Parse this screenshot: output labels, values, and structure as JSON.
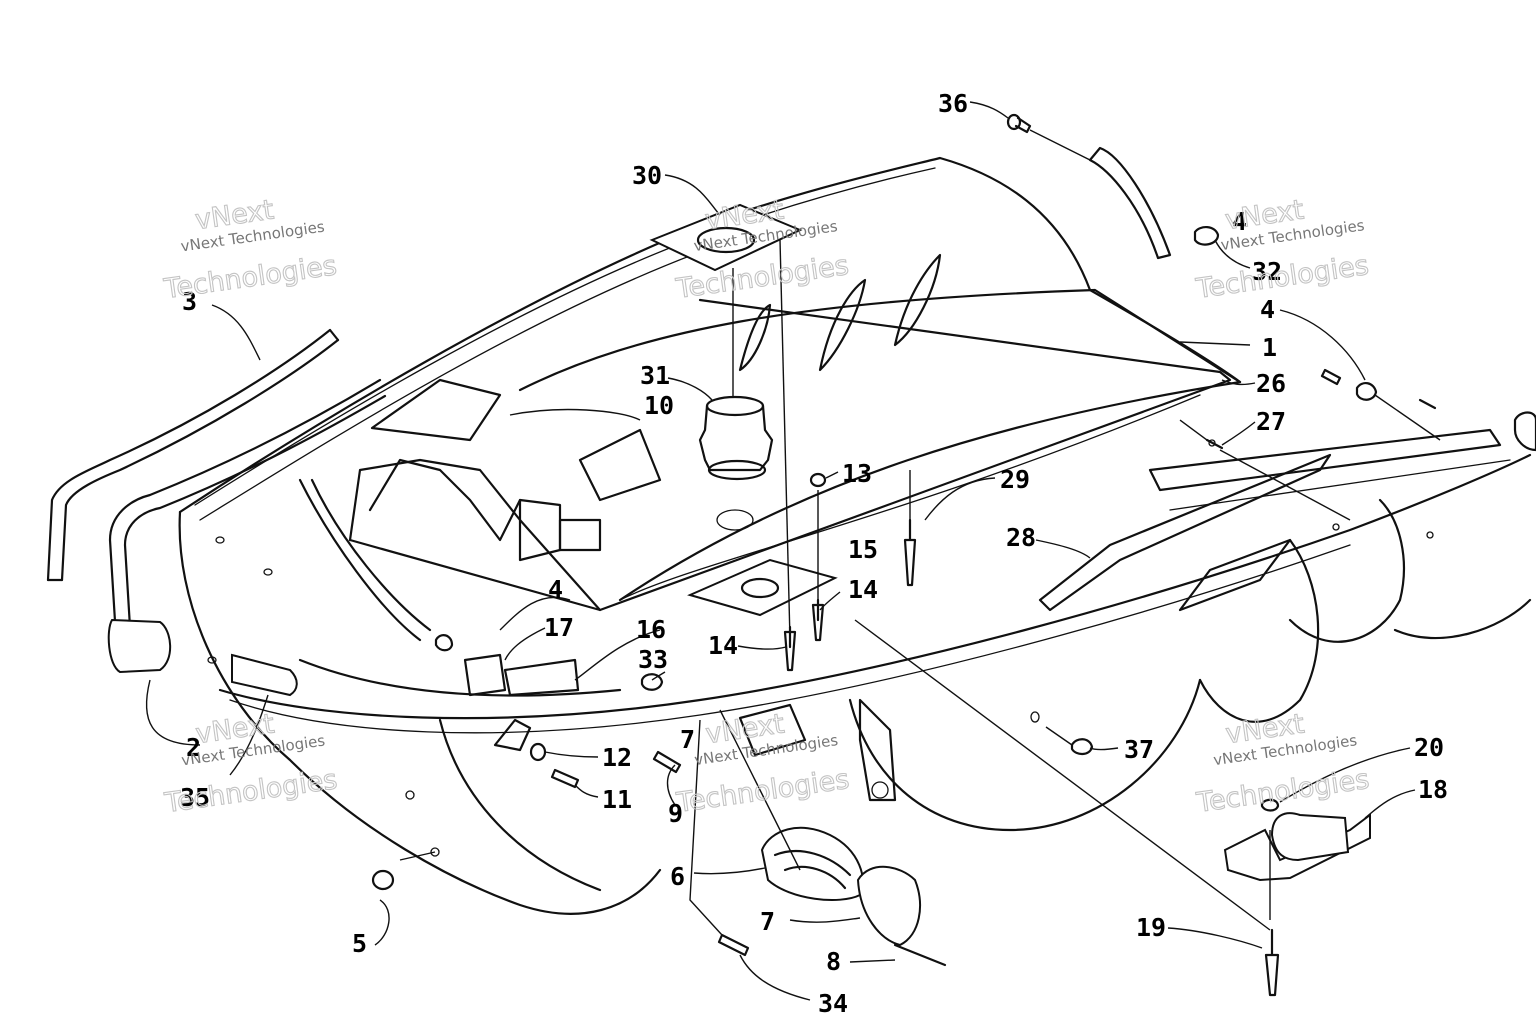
{
  "callouts": [
    {
      "id": "c1",
      "label": "1"
    },
    {
      "id": "c2",
      "label": "2"
    },
    {
      "id": "c3",
      "label": "3"
    },
    {
      "id": "c4a",
      "label": "4"
    },
    {
      "id": "c4b",
      "label": "4"
    },
    {
      "id": "c4c",
      "label": "4"
    },
    {
      "id": "c5",
      "label": "5"
    },
    {
      "id": "c6",
      "label": "6"
    },
    {
      "id": "c7a",
      "label": "7"
    },
    {
      "id": "c7b",
      "label": "7"
    },
    {
      "id": "c8",
      "label": "8"
    },
    {
      "id": "c9",
      "label": "9"
    },
    {
      "id": "c10",
      "label": "10"
    },
    {
      "id": "c11",
      "label": "11"
    },
    {
      "id": "c12",
      "label": "12"
    },
    {
      "id": "c13",
      "label": "13"
    },
    {
      "id": "c14a",
      "label": "14"
    },
    {
      "id": "c14b",
      "label": "14"
    },
    {
      "id": "c15",
      "label": "15"
    },
    {
      "id": "c16",
      "label": "16"
    },
    {
      "id": "c17",
      "label": "17"
    },
    {
      "id": "c18",
      "label": "18"
    },
    {
      "id": "c19",
      "label": "19"
    },
    {
      "id": "c20",
      "label": "20"
    },
    {
      "id": "c26",
      "label": "26"
    },
    {
      "id": "c27",
      "label": "27"
    },
    {
      "id": "c28",
      "label": "28"
    },
    {
      "id": "c29",
      "label": "29"
    },
    {
      "id": "c30",
      "label": "30"
    },
    {
      "id": "c31",
      "label": "31"
    },
    {
      "id": "c32",
      "label": "32"
    },
    {
      "id": "c33",
      "label": "33"
    },
    {
      "id": "c34",
      "label": "34"
    },
    {
      "id": "c35",
      "label": "35"
    },
    {
      "id": "c36",
      "label": "36"
    },
    {
      "id": "c37",
      "label": "37"
    }
  ],
  "watermark": {
    "line_small": "vNext Technologies",
    "word_vnext": "vNext",
    "word_tech": "Technologies"
  }
}
